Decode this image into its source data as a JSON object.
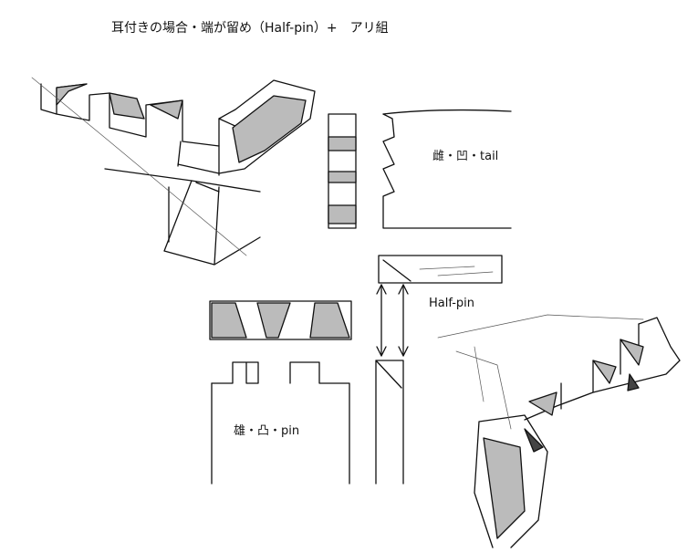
{
  "title": "耳付きの場合・端が留め（Half-pin）+　アリ組",
  "labels": {
    "tail": "雌・凹・tail",
    "half_pin": "Half-pin",
    "pin": "雄・凸・pin"
  }
}
